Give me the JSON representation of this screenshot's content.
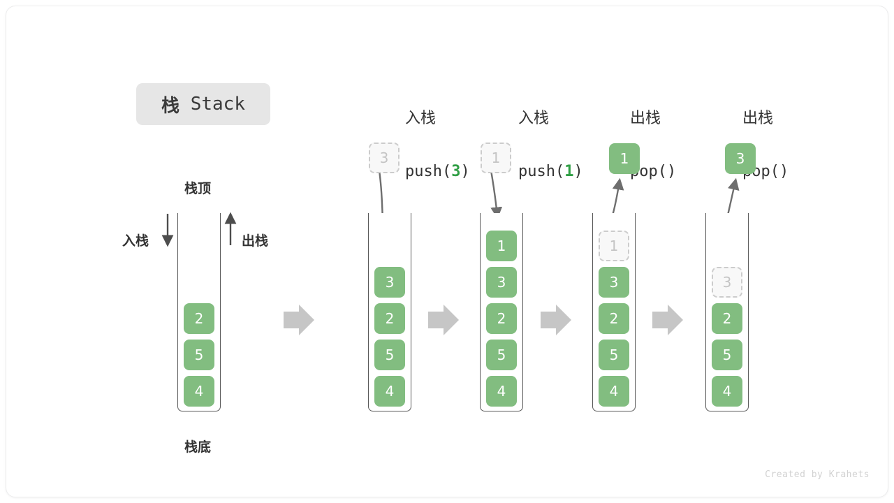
{
  "title": {
    "cn": "栈",
    "en": " Stack"
  },
  "labels": {
    "top": "栈顶",
    "bottom": "栈底",
    "push_side": "入栈",
    "pop_side": "出栈"
  },
  "colors": {
    "element_green": "#82bd80",
    "accent_green": "#2f9e44",
    "ghost_border": "#cccccc",
    "ghost_fill": "#f8f8f8",
    "frame_stroke": "#595959",
    "flow_arrow": "#c6c6c6",
    "badge_bg": "#e6e6e6"
  },
  "steps": [
    {
      "id": "initial",
      "header_cn": "",
      "header_op_prefix": "",
      "header_op_arg": "",
      "header_op_suffix": "",
      "cells": [
        "2",
        "5",
        "4"
      ],
      "ghost_top": null,
      "outgoing": null
    },
    {
      "id": "push-3",
      "header_cn": "入栈",
      "header_op_prefix": "push(",
      "header_op_arg": "3",
      "header_op_suffix": ")",
      "floating_value": "3",
      "floating_style": "ghost",
      "cells": [
        "3",
        "2",
        "5",
        "4"
      ],
      "ghost_top": null
    },
    {
      "id": "push-1",
      "header_cn": "入栈",
      "header_op_prefix": "push(",
      "header_op_arg": "1",
      "header_op_suffix": ")",
      "floating_value": "1",
      "floating_style": "ghost",
      "cells": [
        "1",
        "3",
        "2",
        "5",
        "4"
      ],
      "ghost_top": null
    },
    {
      "id": "pop-1",
      "header_cn": "出栈",
      "header_op_prefix": "pop(",
      "header_op_arg": "",
      "header_op_suffix": ")",
      "floating_value": "1",
      "floating_style": "solid",
      "ghost_top": "1",
      "cells": [
        "3",
        "2",
        "5",
        "4"
      ]
    },
    {
      "id": "pop-3",
      "header_cn": "出栈",
      "header_op_prefix": "pop(",
      "header_op_arg": "",
      "header_op_suffix": ")",
      "floating_value": "3",
      "floating_style": "solid",
      "ghost_top": "3",
      "cells": [
        "2",
        "5",
        "4"
      ]
    }
  ],
  "footer": "Created by Krahets"
}
